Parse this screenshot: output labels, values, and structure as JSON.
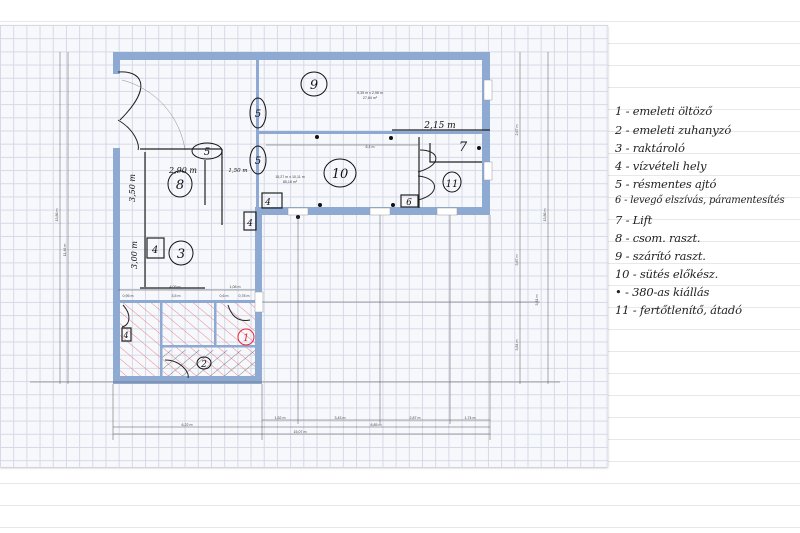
{
  "plan": {
    "rooms": [
      {
        "num": "9",
        "size": "9,35 m x 2,98 m",
        "area": "27,84 m²"
      },
      {
        "num": "10",
        "size": "15,27 m x 10,11 m",
        "area": "85,18 m²"
      },
      {
        "num": "8"
      },
      {
        "num": "3"
      },
      {
        "num": "7"
      },
      {
        "num": "11"
      },
      {
        "num": "1"
      },
      {
        "num": "2"
      }
    ],
    "markers": {
      "five_a": "5",
      "five_b": "5",
      "five_c": "5",
      "four_a": "4",
      "four_b": "4",
      "four_c": "4",
      "four_d": "4",
      "six": "6"
    },
    "handwritten_dims": {
      "w215": "2,15 m",
      "w290": "2,90 m",
      "h350": "3,50 m",
      "h300": "3,00 m",
      "w150": "1,50 m"
    },
    "dims": {
      "inner64": "6,4 m",
      "d409": "4,09 m",
      "d108": "1,08 m",
      "d095": "0,95 m",
      "d35": "3,5 m",
      "d06": "0,6 m",
      "d078": "0,78 m",
      "b152": "1,52 m",
      "b343": "3,43 m",
      "b287": "2,87 m",
      "b174": "1,74 m",
      "b622": "6,22 m",
      "b885": "8,85 m",
      "b1507": "15,07 m",
      "left1": "13,86 m",
      "left2": "11,46 m",
      "r1": "2,67 m",
      "r2": "3,87 m",
      "r3": "3,81 m",
      "r4": "3,84 m",
      "r5": "13,86 m"
    }
  },
  "notes": [
    "1 - emeleti öltöző",
    "2 - emeleti zuhanyzó",
    "3 - raktároló",
    "4 - vízvételi hely",
    "5 - résmentes ajtó",
    "6 - levegő elszívás, páramentesítés",
    "7 - Lift",
    "8 - csom. raszt.",
    "9 - szárító raszt.",
    "10 - sütés előkész.",
    "• - 380-as kiállás",
    "11 - fertőtlenítő, átadó"
  ],
  "colors": {
    "wall": "#8ea9d2",
    "hatch": "#e86a6a"
  }
}
